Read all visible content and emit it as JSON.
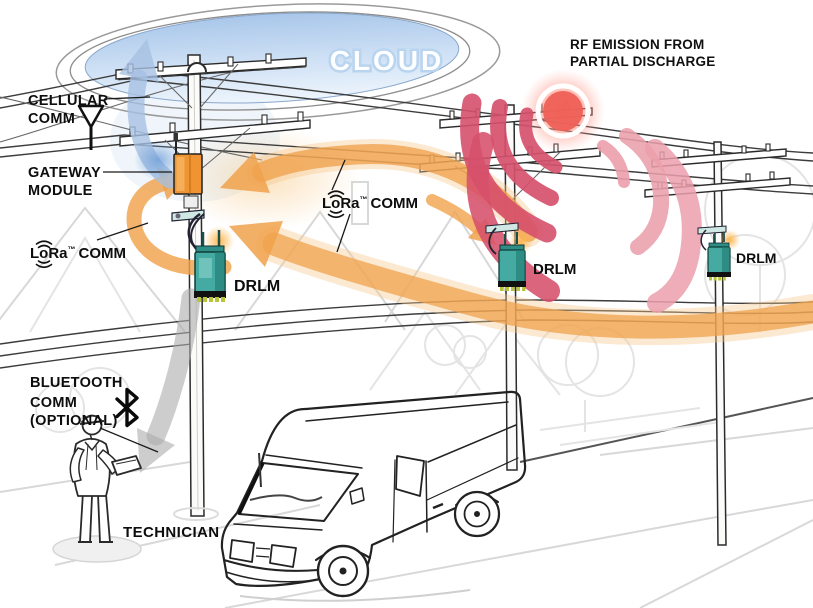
{
  "labels": {
    "cloud": "CLOUD",
    "rf_emission": {
      "line1": "RF EMISSION FROM",
      "line2": "PARTIAL DISCHARGE"
    },
    "cellular": {
      "line1": "CELLULAR",
      "line2": "COMM"
    },
    "gateway": {
      "line1": "GATEWAY",
      "line2": "MODULE"
    },
    "lora_left": {
      "brand": "LoRa",
      "trademark": "™",
      "rest": "COMM"
    },
    "lora_center": {
      "brand": "LoRa",
      "trademark": "™",
      "rest": "COMM"
    },
    "bluetooth": {
      "line1": "BLUETOOTH",
      "line2": "COMM",
      "line3": "(OPTIONAL)"
    },
    "technician": "TECHNICIAN",
    "drlm_pole1": "DRLM",
    "drlm_pole2": "DRLM",
    "drlm_pole3": "DRLM"
  },
  "icons": {
    "cellular_antenna": "antenna-icon",
    "bluetooth": "bluetooth-icon",
    "lora_waves": "radio-waves-icon"
  },
  "colors": {
    "orange_arrow": "#f0a24c",
    "orange_arrow_soft": "#f7c98f",
    "blue_arrow": "#a6c1e2",
    "gray_arrow": "#ababab",
    "rf_red": "#d6506b",
    "rf_pink": "#eb9fab",
    "rf_core": "#ee6057",
    "device_teal": "#45aaa2",
    "gateway_orange": "#ef9431",
    "cloud_blue": "#a9c7ea",
    "glow_orange": "#ffb347"
  }
}
